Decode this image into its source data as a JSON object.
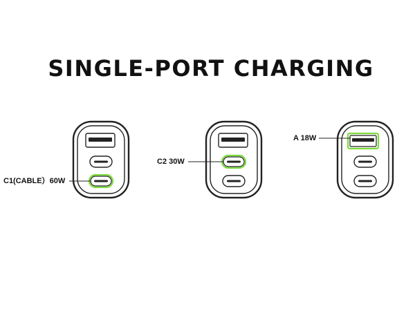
{
  "title": "SINGLE-PORT CHARGING",
  "highlight_color": "#7ddc3a",
  "outline_color": "#222222",
  "chargers": [
    {
      "label": "C1(CABLE）60W",
      "highlighted_port": "usb-c-bottom"
    },
    {
      "label": "C2 30W",
      "highlighted_port": "usb-c-middle"
    },
    {
      "label": "A 18W",
      "highlighted_port": "usb-a"
    }
  ]
}
